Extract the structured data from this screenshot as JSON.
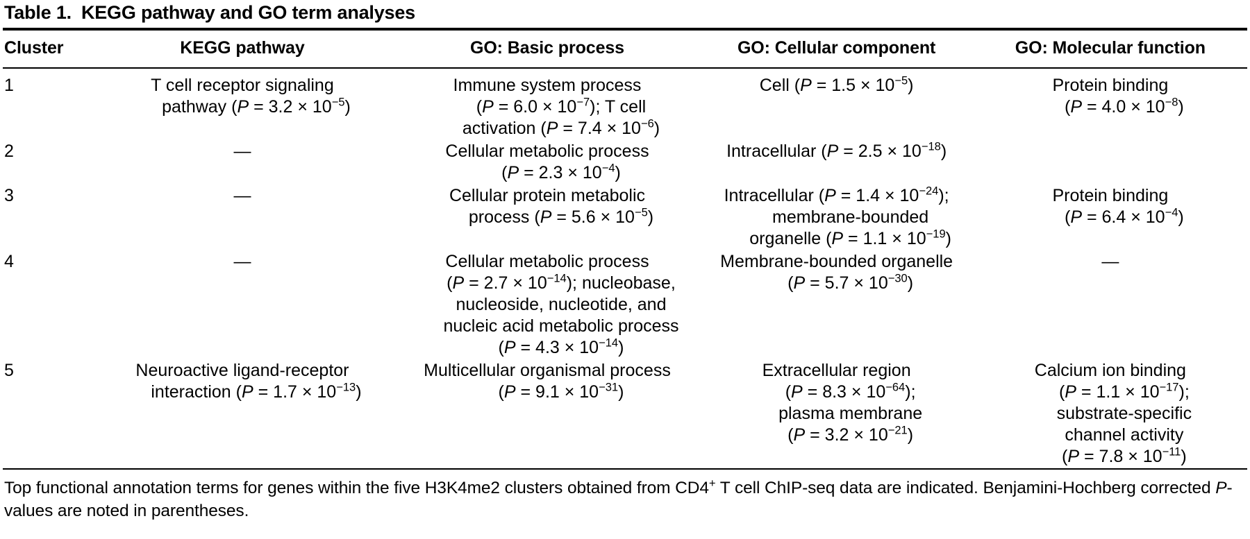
{
  "caption": {
    "label": "Table 1.",
    "title": "KEGG pathway and GO term analyses"
  },
  "columns": [
    {
      "key": "cluster",
      "header": "Cluster"
    },
    {
      "key": "kegg",
      "header": "KEGG pathway"
    },
    {
      "key": "bp",
      "header": "GO: Basic process"
    },
    {
      "key": "cc",
      "header": "GO: Cellular component"
    },
    {
      "key": "mf",
      "header": "GO: Molecular function"
    }
  ],
  "rows": [
    {
      "cluster": "1",
      "kegg_line1": "T cell receptor signaling",
      "kegg_line2_pre": "pathway (",
      "kegg_line2_p": "P",
      "kegg_line2_mid": " = 3.2 × 10",
      "kegg_line2_exp": "−5",
      "kegg_line2_post": ")",
      "bp_line1": "Immune system process",
      "bp_line2_pre": "(",
      "bp_line2_p": "P",
      "bp_line2_mid": " = 6.0 × 10",
      "bp_line2_exp": "−7",
      "bp_line2_post": "); T cell",
      "bp_line3_pre": "activation (",
      "bp_line3_p": "P",
      "bp_line3_mid": " = 7.4 × 10",
      "bp_line3_exp": "−6",
      "bp_line3_post": ")",
      "cc_line1_pre": "Cell (",
      "cc_line1_p": "P",
      "cc_line1_mid": " = 1.5 × 10",
      "cc_line1_exp": "−5",
      "cc_line1_post": ")",
      "mf_line1": "Protein binding",
      "mf_line2_pre": "(",
      "mf_line2_p": "P",
      "mf_line2_mid": " = 4.0 × 10",
      "mf_line2_exp": "−8",
      "mf_line2_post": ")"
    },
    {
      "cluster": "2",
      "kegg_dash": "—",
      "bp_line1": "Cellular metabolic process",
      "bp_line2_pre": "(",
      "bp_line2_p": "P",
      "bp_line2_mid": " = 2.3 × 10",
      "bp_line2_exp": "−4",
      "bp_line2_post": ")",
      "cc_line1_pre": "Intracellular (",
      "cc_line1_p": "P",
      "cc_line1_mid": " = 2.5 × 10",
      "cc_line1_exp": "−18",
      "cc_line1_post": ")",
      "mf_blank": ""
    },
    {
      "cluster": "3",
      "kegg_dash": "—",
      "bp_line1": "Cellular protein metabolic",
      "bp_line2_pre": "process (",
      "bp_line2_p": "P",
      "bp_line2_mid": " = 5.6 × 10",
      "bp_line2_exp": "−5",
      "bp_line2_post": ")",
      "cc_line1_pre": "Intracellular (",
      "cc_line1_p": "P",
      "cc_line1_mid": " = 1.4 × 10",
      "cc_line1_exp": "−24",
      "cc_line1_post": ");",
      "cc_line2": "membrane-bounded",
      "cc_line3_pre": "organelle (",
      "cc_line3_p": "P",
      "cc_line3_mid": " = 1.1 × 10",
      "cc_line3_exp": "−19",
      "cc_line3_post": ")",
      "mf_line1": "Protein binding",
      "mf_line2_pre": "(",
      "mf_line2_p": "P",
      "mf_line2_mid": " = 6.4 × 10",
      "mf_line2_exp": "−4",
      "mf_line2_post": ")"
    },
    {
      "cluster": "4",
      "kegg_dash": "—",
      "bp_line1": "Cellular metabolic process",
      "bp_line2_pre": "(",
      "bp_line2_p": "P",
      "bp_line2_mid": " = 2.7 × 10",
      "bp_line2_exp": "−14",
      "bp_line2_post": "); nucleobase,",
      "bp_line3": "nucleoside, nucleotide, and",
      "bp_line4": "nucleic acid metabolic process",
      "bp_line5_pre": "(",
      "bp_line5_p": "P",
      "bp_line5_mid": " = 4.3 × 10",
      "bp_line5_exp": "−14",
      "bp_line5_post": ")",
      "cc_line1": "Membrane-bounded organelle",
      "cc_line2_pre": "(",
      "cc_line2_p": "P",
      "cc_line2_mid": " = 5.7 × 10",
      "cc_line2_exp": "−30",
      "cc_line2_post": ")",
      "mf_dash": "—"
    },
    {
      "cluster": "5",
      "kegg_line1": "Neuroactive ligand-receptor",
      "kegg_line2_pre": "interaction (",
      "kegg_line2_p": "P",
      "kegg_line2_mid": " = 1.7 × 10",
      "kegg_line2_exp": "−13",
      "kegg_line2_post": ")",
      "bp_line1": "Multicellular organismal process",
      "bp_line2_pre": "(",
      "bp_line2_p": "P",
      "bp_line2_mid": " = 9.1 × 10",
      "bp_line2_exp": "−31",
      "bp_line2_post": ")",
      "cc_line1": "Extracellular region",
      "cc_line2_pre": "(",
      "cc_line2_p": "P",
      "cc_line2_mid": " = 8.3 × 10",
      "cc_line2_exp": "−64",
      "cc_line2_post": ");",
      "cc_line3": "plasma membrane",
      "cc_line4_pre": "(",
      "cc_line4_p": "P",
      "cc_line4_mid": " = 3.2 × 10",
      "cc_line4_exp": "−21",
      "cc_line4_post": ")",
      "mf_line1": "Calcium ion binding",
      "mf_line2_pre": "(",
      "mf_line2_p": "P",
      "mf_line2_mid": " = 1.1 × 10",
      "mf_line2_exp": "−17",
      "mf_line2_post": ");",
      "mf_line3": "substrate-specific",
      "mf_line4": "channel activity",
      "mf_line5_pre": "(",
      "mf_line5_p": "P",
      "mf_line5_mid": " = 7.8 × 10",
      "mf_line5_exp": "−11",
      "mf_line5_post": ")"
    }
  ],
  "footnote": {
    "part1": "Top functional annotation terms for genes within the five H3K4me2 clusters obtained from CD4",
    "sup": "+",
    "part2": " T cell ChIP-seq data are indicated. Benjamini-Hochberg corrected ",
    "italic_p": "P",
    "part3": "-values are noted in parentheses."
  }
}
